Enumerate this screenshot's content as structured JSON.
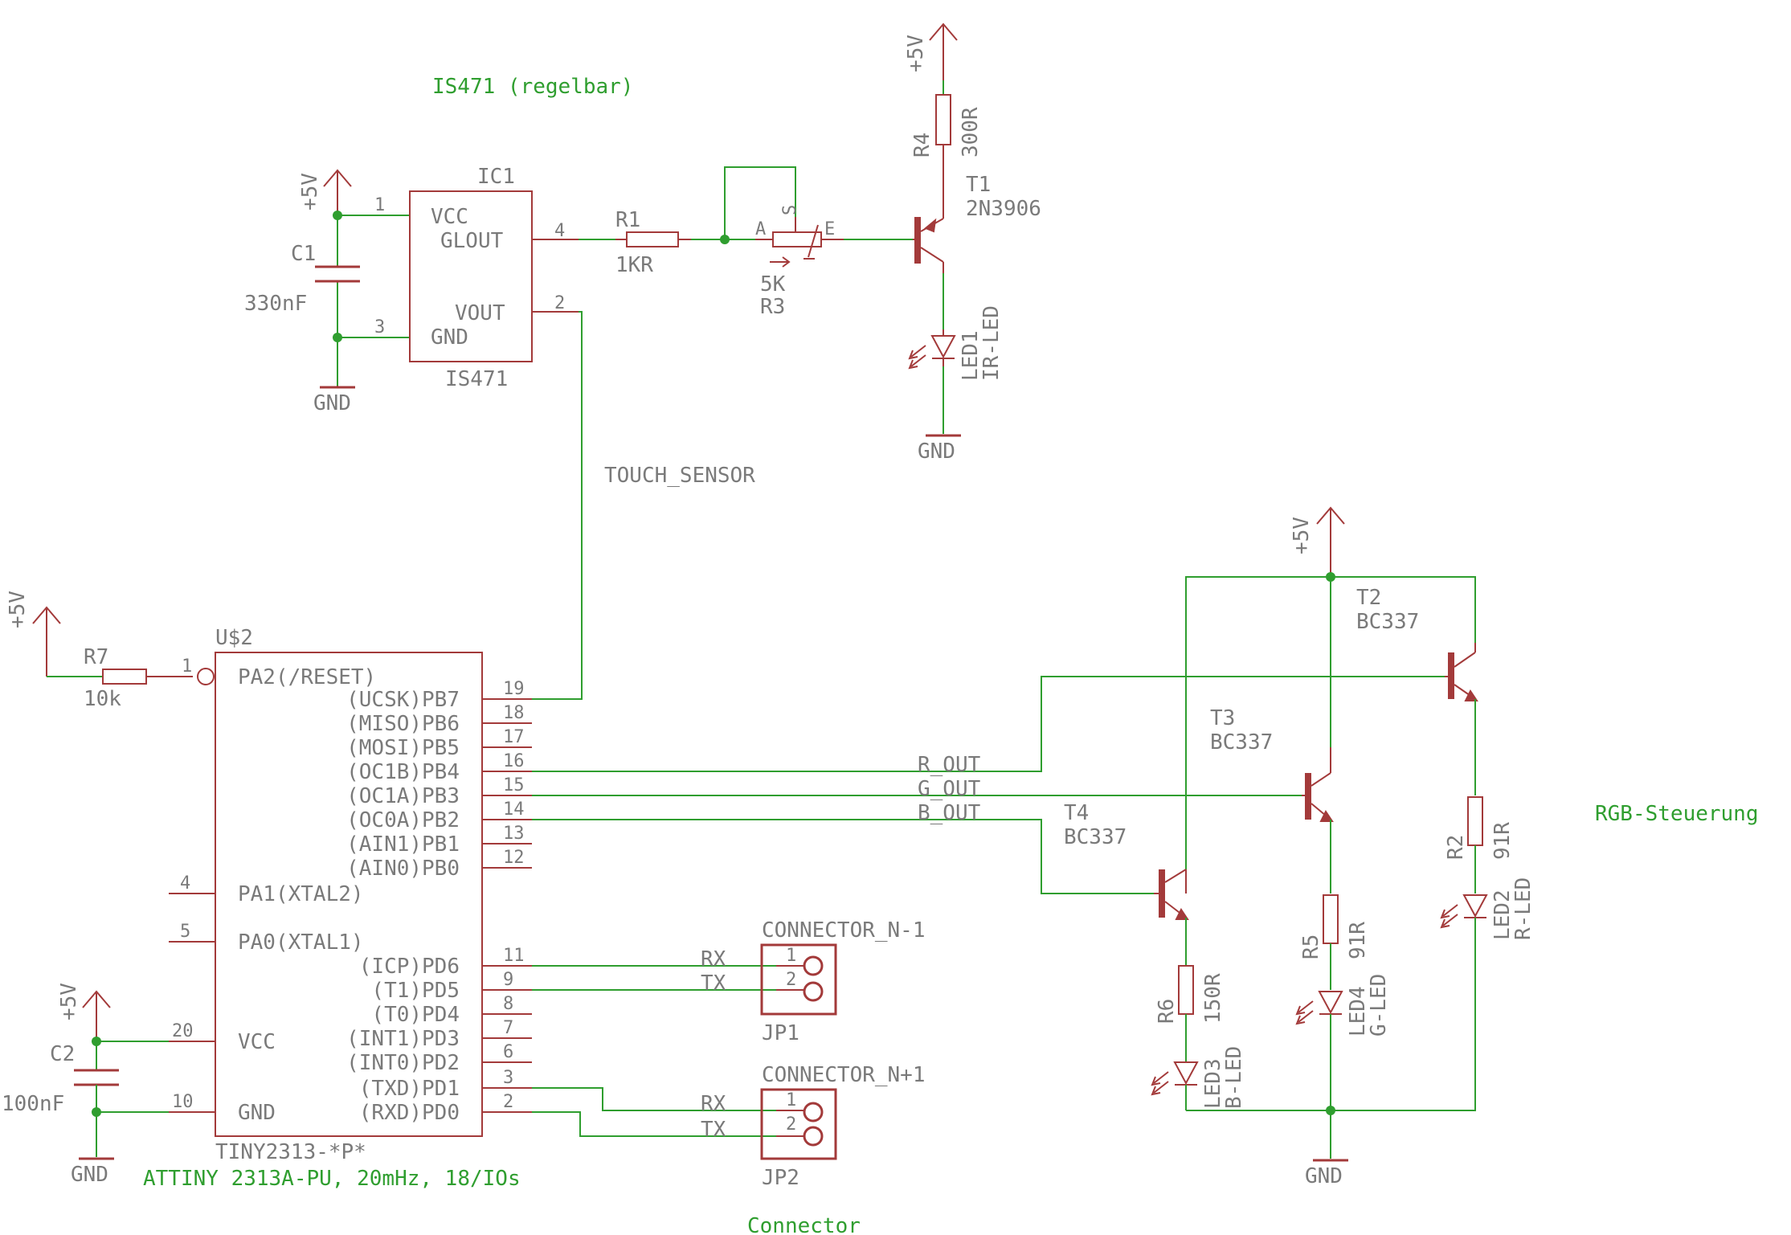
{
  "sheet": {
    "notes": {
      "is471": "IS471 (regelbar)",
      "rgb": "RGB-Steuerung",
      "attiny": "ATTINY 2313A-PU, 20mHz, 18/IOs",
      "connector": "Connector"
    },
    "supply": {
      "vcc": "+5V",
      "gnd": "GND"
    },
    "nets": {
      "touch": "TOUCH_SENSOR",
      "r_out": "R_OUT",
      "g_out": "G_OUT",
      "b_out": "B_OUT",
      "rx": "RX",
      "tx": "TX"
    }
  },
  "parts": {
    "ic1": {
      "ref": "IC1",
      "value": "IS471",
      "pins": {
        "vcc": "VCC",
        "glout": "GLOUT",
        "vout": "VOUT",
        "gnd": "GND"
      },
      "pin_numbers": {
        "vcc": "1",
        "glout": "4",
        "vout": "2",
        "gnd": "3"
      }
    },
    "c1": {
      "ref": "C1",
      "value": "330nF"
    },
    "c2": {
      "ref": "C2",
      "value": "100nF"
    },
    "r1": {
      "ref": "R1",
      "value": "1KR"
    },
    "r3": {
      "ref": "R3",
      "value": "5K",
      "pins": {
        "a": "A",
        "s": "S",
        "e": "E"
      }
    },
    "r4": {
      "ref": "R4",
      "value": "300R"
    },
    "r7": {
      "ref": "R7",
      "value": "10k"
    },
    "r2": {
      "ref": "R2",
      "value": "91R"
    },
    "r5": {
      "ref": "R5",
      "value": "91R"
    },
    "r6": {
      "ref": "R6",
      "value": "150R"
    },
    "t1": {
      "ref": "T1",
      "value": "2N3906"
    },
    "t2": {
      "ref": "T2",
      "value": "BC337"
    },
    "t3": {
      "ref": "T3",
      "value": "BC337"
    },
    "t4": {
      "ref": "T4",
      "value": "BC337"
    },
    "led1": {
      "ref": "LED1",
      "value": "IR-LED"
    },
    "led2": {
      "ref": "LED2",
      "value": "R-LED"
    },
    "led3": {
      "ref": "LED3",
      "value": "B-LED"
    },
    "led4": {
      "ref": "LED4",
      "value": "G-LED"
    },
    "jp1": {
      "ref": "JP1",
      "value": "CONNECTOR_N-1",
      "pins": [
        "1",
        "2"
      ]
    },
    "jp2": {
      "ref": "JP2",
      "value": "CONNECTOR_N+1",
      "pins": [
        "1",
        "2"
      ]
    },
    "u2": {
      "ref": "U$2",
      "value": "TINY2313-*P*",
      "left_pins": [
        {
          "name": "PA2(/RESET)",
          "num": "1"
        },
        {
          "name": "PA1(XTAL2)",
          "num": "4"
        },
        {
          "name": "PA0(XTAL1)",
          "num": "5"
        },
        {
          "name": "VCC",
          "num": "20"
        },
        {
          "name": "GND",
          "num": "10"
        }
      ],
      "right_pins": [
        {
          "name": "(UCSK)PB7",
          "num": "19"
        },
        {
          "name": "(MISO)PB6",
          "num": "18"
        },
        {
          "name": "(MOSI)PB5",
          "num": "17"
        },
        {
          "name": "(OC1B)PB4",
          "num": "16"
        },
        {
          "name": "(OC1A)PB3",
          "num": "15"
        },
        {
          "name": "(OC0A)PB2",
          "num": "14"
        },
        {
          "name": "(AIN1)PB1",
          "num": "13"
        },
        {
          "name": "(AIN0)PB0",
          "num": "12"
        },
        {
          "name": "(ICP)PD6",
          "num": "11"
        },
        {
          "name": "(T1)PD5",
          "num": "9"
        },
        {
          "name": "(T0)PD4",
          "num": "8"
        },
        {
          "name": "(INT1)PD3",
          "num": "7"
        },
        {
          "name": "(INT0)PD2",
          "num": "6"
        },
        {
          "name": "(TXD)PD1",
          "num": "3"
        },
        {
          "name": "(RXD)PD0",
          "num": "2"
        }
      ]
    }
  }
}
